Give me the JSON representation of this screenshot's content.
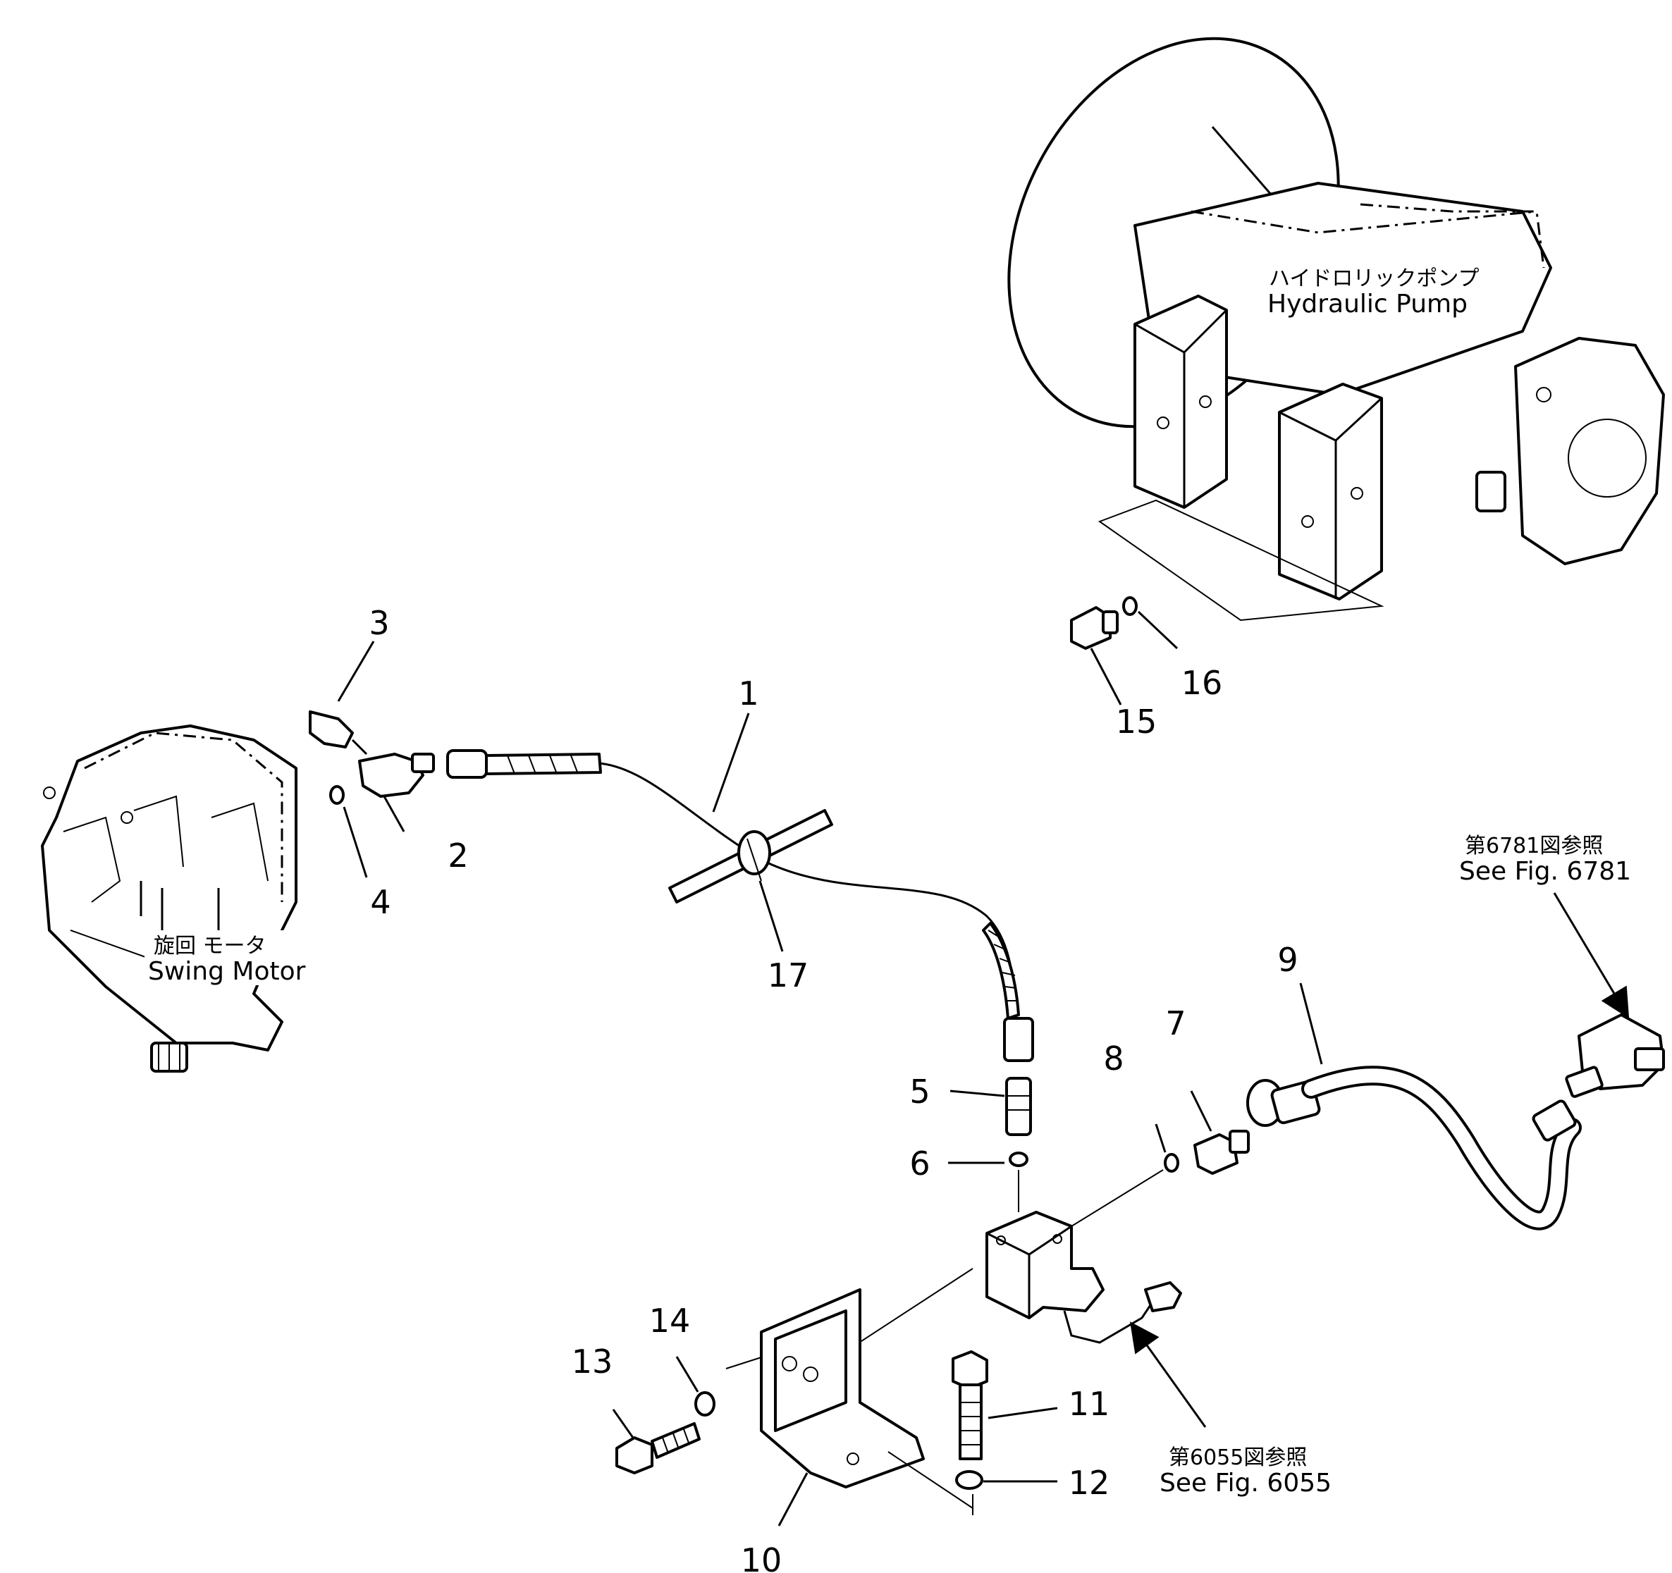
{
  "components": {
    "swing_motor": {
      "jp": "旋回 モータ",
      "en": "Swing Motor"
    },
    "hydraulic_pump": {
      "jp": "ハイドロリックポンプ",
      "en": "Hydraulic Pump"
    }
  },
  "references": {
    "fig_6781": {
      "jp": "第6781図参照",
      "en": "See Fig. 6781"
    },
    "fig_6055": {
      "jp": "第6055図参照",
      "en": "See Fig. 6055"
    }
  },
  "callouts": {
    "p1": "1",
    "p2": "2",
    "p3": "3",
    "p4": "4",
    "p5": "5",
    "p6": "6",
    "p7": "7",
    "p8": "8",
    "p9": "9",
    "p10": "10",
    "p11": "11",
    "p12": "12",
    "p13": "13",
    "p14": "14",
    "p15": "15",
    "p16": "16",
    "p17": "17"
  }
}
